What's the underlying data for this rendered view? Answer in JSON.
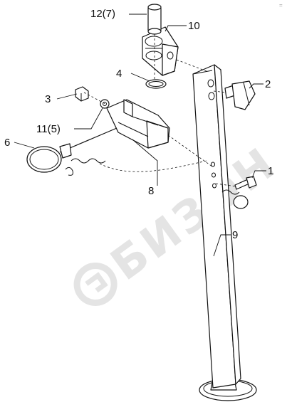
{
  "labels": {
    "p1": "1",
    "p2": "2",
    "p3": "3",
    "p4": "4",
    "p6": "6",
    "p8": "8",
    "p9": "9",
    "p10": "10",
    "p11": "11(5)",
    "p12": "12(7)"
  },
  "watermark": {
    "text": "БИЗОН",
    "color": "#d9d9d9"
  },
  "corner_mark": "="
}
